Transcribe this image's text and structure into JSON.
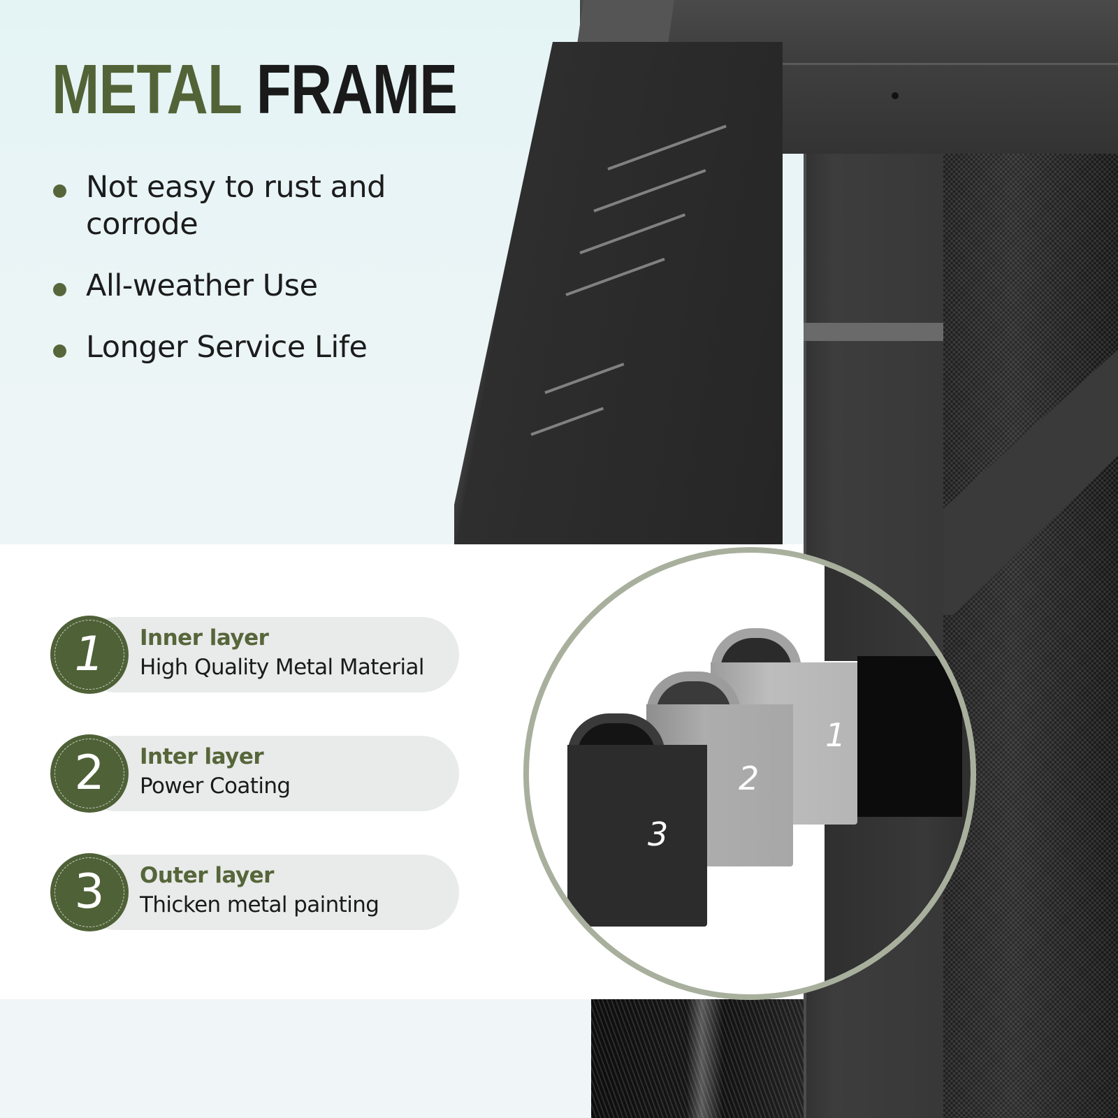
{
  "headline": {
    "word1": "METAL",
    "word2": "FRAME",
    "word1_color": "#526337",
    "word2_color": "#1a1a1a"
  },
  "bullets": [
    "Not easy to rust and corrode",
    "All-weather Use",
    "Longer Service Life"
  ],
  "layers": [
    {
      "number": "1",
      "title": "Inner layer",
      "description": "High Quality Metal Material"
    },
    {
      "number": "2",
      "title": "Inter layer",
      "description": "Power Coating"
    },
    {
      "number": "3",
      "title": "Outer layer",
      "description": "Thicken metal painting"
    }
  ],
  "diagram": {
    "labels": [
      "1",
      "2",
      "3"
    ],
    "ring_color": "#a8b09d"
  },
  "colors": {
    "accent_green": "#4f6137",
    "pill_background": "#e9eaea",
    "background_top": "#e4f4f5"
  }
}
